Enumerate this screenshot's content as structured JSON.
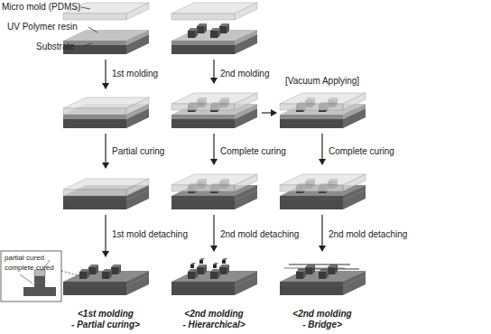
{
  "diagram": {
    "labels": [
      "Micro mold (PDMS)",
      "UV Polymer resin",
      "Substrate",
      "1st molding",
      "2nd molding",
      "[Vacuum Applying]",
      "Partial curing",
      "Complete curing",
      "Complete curing",
      "1st mold detaching",
      "2nd mold detaching",
      "2nd mold detaching",
      "partial cured",
      "complete cured",
      "<1st molding",
      "- Partial curing>",
      "<2nd molding",
      "- Hierarchical>",
      "<2nd molding",
      "- Bridge>"
    ]
  }
}
